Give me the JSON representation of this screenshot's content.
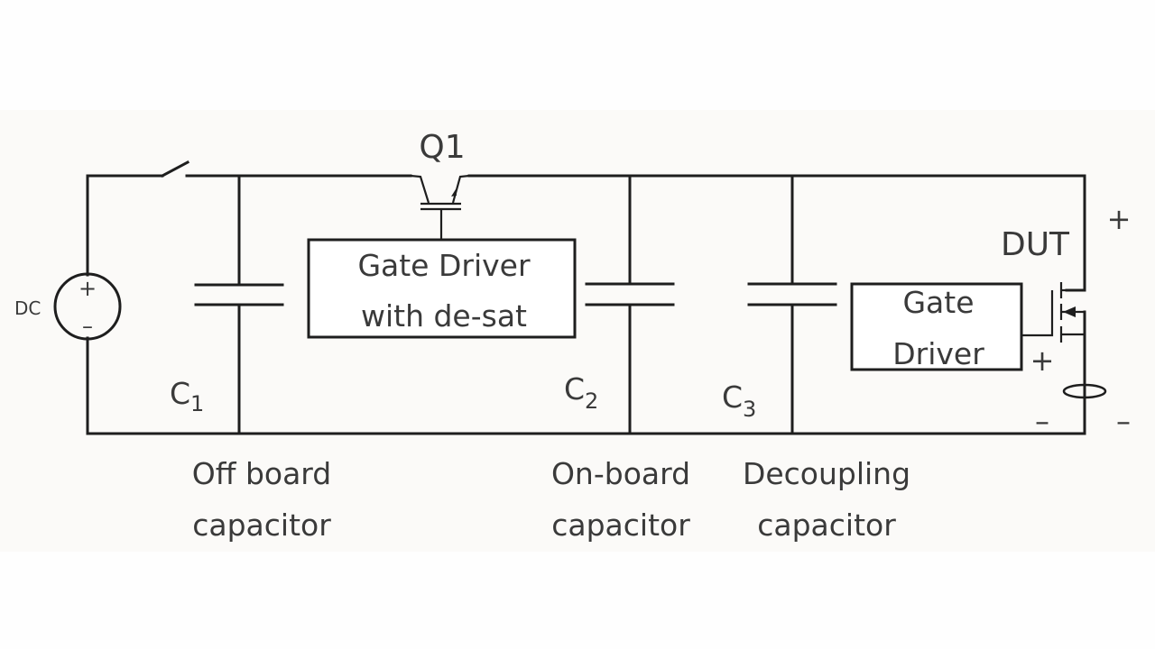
{
  "diagram": {
    "title": "",
    "source": {
      "label": "DC",
      "plus": "+",
      "minus": "–"
    },
    "switch": {
      "name": "switch"
    },
    "transistor_q1": {
      "label": "Q1"
    },
    "gate_driver_desat": {
      "line1": "Gate Driver",
      "line2": "with de-sat"
    },
    "capacitors": [
      {
        "symbol": "C",
        "subscript": "1",
        "caption_line1": "Off board",
        "caption_line2": "capacitor"
      },
      {
        "symbol": "C",
        "subscript": "2",
        "caption_line1": "On-board",
        "caption_line2": "capacitor"
      },
      {
        "symbol": "C",
        "subscript": "3",
        "caption_line1": "Decoupling",
        "caption_line2": "capacitor"
      }
    ],
    "dut": {
      "label": "DUT",
      "gate_driver": {
        "line1": "Gate",
        "line2": "Driver"
      },
      "gate_plus": "+",
      "gate_minus": "–",
      "drain_plus": "+",
      "source_minus": "–"
    },
    "colors": {
      "line": "#1e1e1e",
      "text": "#3a3a3a",
      "panel_bg": "#fbfaf8",
      "page_bg": "#fefefe"
    }
  }
}
